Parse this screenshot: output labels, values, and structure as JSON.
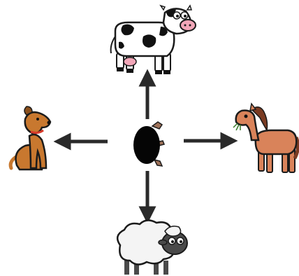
{
  "diagram": {
    "center": {
      "icon": "beetle-icon"
    },
    "nodes": [
      {
        "position": "top",
        "icon": "cow-icon"
      },
      {
        "position": "right",
        "icon": "horse-icon"
      },
      {
        "position": "bottom",
        "icon": "sheep-icon"
      },
      {
        "position": "left",
        "icon": "dog-icon"
      }
    ],
    "arrows": [
      {
        "from": "center",
        "to": "top"
      },
      {
        "from": "center",
        "to": "right"
      },
      {
        "from": "center",
        "to": "bottom"
      },
      {
        "from": "center",
        "to": "left"
      }
    ],
    "colors": {
      "arrow": "#2a2a2a",
      "outline": "#1b1b1b",
      "cow_body": "#ffffff",
      "cow_spots": "#111111",
      "cow_nose": "#f2a6b8",
      "horse_body": "#d9835a",
      "horse_mane": "#7a3b22",
      "dog_body": "#c8782f",
      "sheep_wool": "#f4f4f4",
      "sheep_face": "#4a4a4a",
      "beetle_body": "#050505",
      "beetle_legs": "#a0735a"
    }
  }
}
